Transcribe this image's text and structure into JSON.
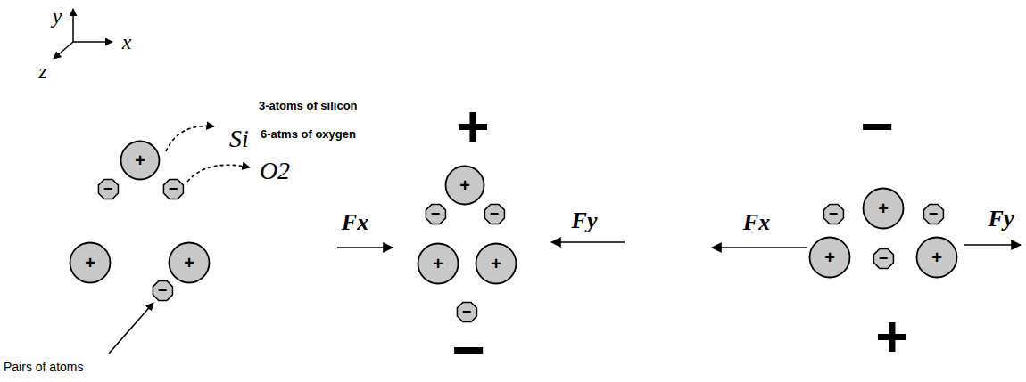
{
  "diagram": {
    "nodes": [
      {
        "text": [
          "+"
        ]
      },
      {
        "text": [
          "−"
        ]
      },
      {
        "text": [
          "−"
        ]
      },
      {
        "text": [
          "+"
        ]
      },
      {
        "text": [
          "+"
        ]
      },
      {
        "text": [
          "−"
        ]
      },
      {
        "text": [
          "+"
        ]
      },
      {
        "text": [
          "−"
        ]
      },
      {
        "text": [
          "−"
        ]
      },
      {
        "text": [
          "+"
        ]
      },
      {
        "text": [
          "+"
        ]
      },
      {
        "text": [
          "−"
        ]
      },
      {
        "text": [
          "−"
        ]
      },
      {
        "text": [
          "+"
        ]
      },
      {
        "text": [
          "−"
        ]
      },
      {
        "text": [
          "+"
        ]
      },
      {
        "text": [
          "−"
        ]
      },
      {
        "text": [
          "+"
        ]
      }
    ],
    "labels": [
      "y",
      "x",
      "z",
      "Si",
      "3-atoms of silicon",
      "6-atms of oxygen",
      "O2",
      "+",
      "Fx",
      "Fy",
      "−",
      "Fx",
      "Fy",
      "−",
      "+",
      "Pairs of atoms"
    ]
  }
}
